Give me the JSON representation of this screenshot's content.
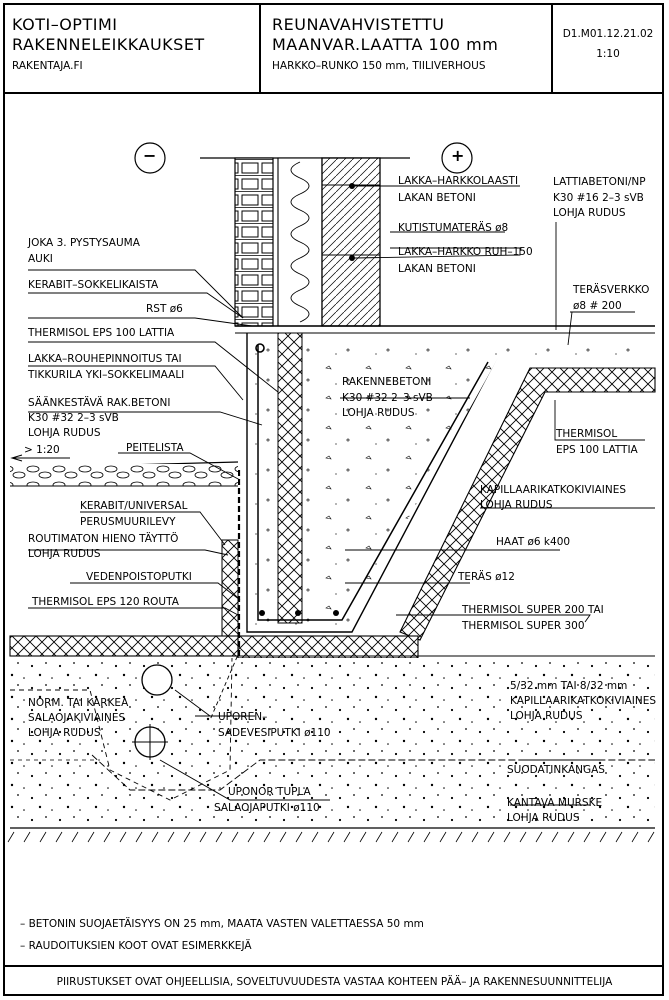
{
  "header": {
    "left": {
      "line1": "KOTI–OPTIMI",
      "line2": "RAKENNELEIKKAUKSET",
      "sub": "RAKENTAJA.FI"
    },
    "middle": {
      "line1": "REUNAVAHVISTETTU",
      "line2": "MAANVAR.LAATTA 100 mm",
      "sub": "HARKKO–RUNKO 150 mm, TIILIVERHOUS"
    },
    "right": {
      "code": "D1.M01.12.21.02",
      "scale": "1:10"
    }
  },
  "symbols": {
    "minus": "−",
    "plus": "+"
  },
  "labels": {
    "lakka_harkkolaasti": "LAKKA–HARKKOLAASTI",
    "lakan_betoni_1": "LAKAN BETONI",
    "kutistumateras": "KUTISTUMATERÄS ø8",
    "lakka_harkko_ruh": "LAKKA–HARKKO RUH–150",
    "lakan_betoni_2": "LAKAN BETONI",
    "lattiabetoni": "LATTIABETONI/NP",
    "lattiabetoni_2": "K30 #16 2–3 sVB",
    "lattiabetoni_3": "LOHJA RUDUS",
    "terasverkko": "TERÄSVERKKO",
    "terasverkko_2": "ø8 # 200",
    "joka3": "JOKA 3. PYSTYSAUMA",
    "joka3_2": "AUKI",
    "kerabit_sokkeli": "KERABIT–SOKKELIKAISTA",
    "rst": "RST ø6",
    "thermisol_eps100": "THERMISOL EPS 100 LATTIA",
    "lakka_rouhe": "LAKKA–ROUHEPINNOITUS TAI",
    "tikkurila": "TIKKURILA YKI–SOKKELIMAALI",
    "saankestava": "SÄÄNKESTÄVÄ RAK.BETONI",
    "saankestava_2": "K30 #32 2–3 sVB",
    "saankestava_3": "LOHJA RUDUS",
    "rakennebetoni": "RAKENNEBETONI",
    "rakennebetoni_2": "K30 #32 2–3 sVB",
    "rakennebetoni_3": "LOHJA RUDUS",
    "thermisol_r": "THERMISOL",
    "thermisol_r_2": "EPS 100 LATTIA",
    "slope": "> 1:20",
    "peitelista": "PEITELISTA",
    "kapillaari_1": "KAPILLAARIKATKOKIVIAINES",
    "kapillaari_1b": "LOHJA RUDUS",
    "kerabit_universal": "KERABIT/UNIVERSAL",
    "perusmuurilevy": "PERUSMUURILEVY",
    "haat": "HAAT ø6 k400",
    "routimaton": "ROUTIMATON HIENO TÄYTTÖ",
    "routimaton_2": "LOHJA RUDUS",
    "teras12": "TERÄS ø12",
    "vedenpoisto": "VEDENPOISTOPUTKI",
    "thermisol_super": "THERMISOL SUPER 200 TAI",
    "thermisol_super_2": "THERMISOL SUPER 300",
    "thermisol_eps120": "THERMISOL EPS 120 ROUTA",
    "kapillaari_2": "5/32 mm TAI 8/32 mm",
    "kapillaari_2b": "KAPILLAARIKATKOKIVIAINES",
    "kapillaari_2c": "LOHJA RUDUS",
    "norm": "NORM. TAI KARKEA",
    "norm_2": "SALAOJAKIVIAINES",
    "norm_3": "LOHJA RUDUS",
    "uporen": "UPOREN–",
    "uporen_2": "SADEVESIPUTKI ø110",
    "suodatinkangas": "SUODATINKANGAS",
    "uponor_tupla": "UPONOR TUPLA",
    "uponor_tupla_2": "SALAOJAPUTKI ø110",
    "kantava": "KANTAVA MURSKE",
    "kantava_2": "LOHJA RUDUS"
  },
  "notes": [
    "– BETONIN SUOJAETÄISYYS ON 25 mm, MAATA VASTEN VALETTAESSA 50 mm",
    "– RAUDOITUKSIEN KOOT OVAT ESIMERKKEJÄ"
  ],
  "footer": "PIIRUSTUKSET OVAT OHJEELLISIA, SOVELTUVUUDESTA VASTAA KOHTEEN PÄÄ– JA RAKENNESUUNNITTELIJA"
}
